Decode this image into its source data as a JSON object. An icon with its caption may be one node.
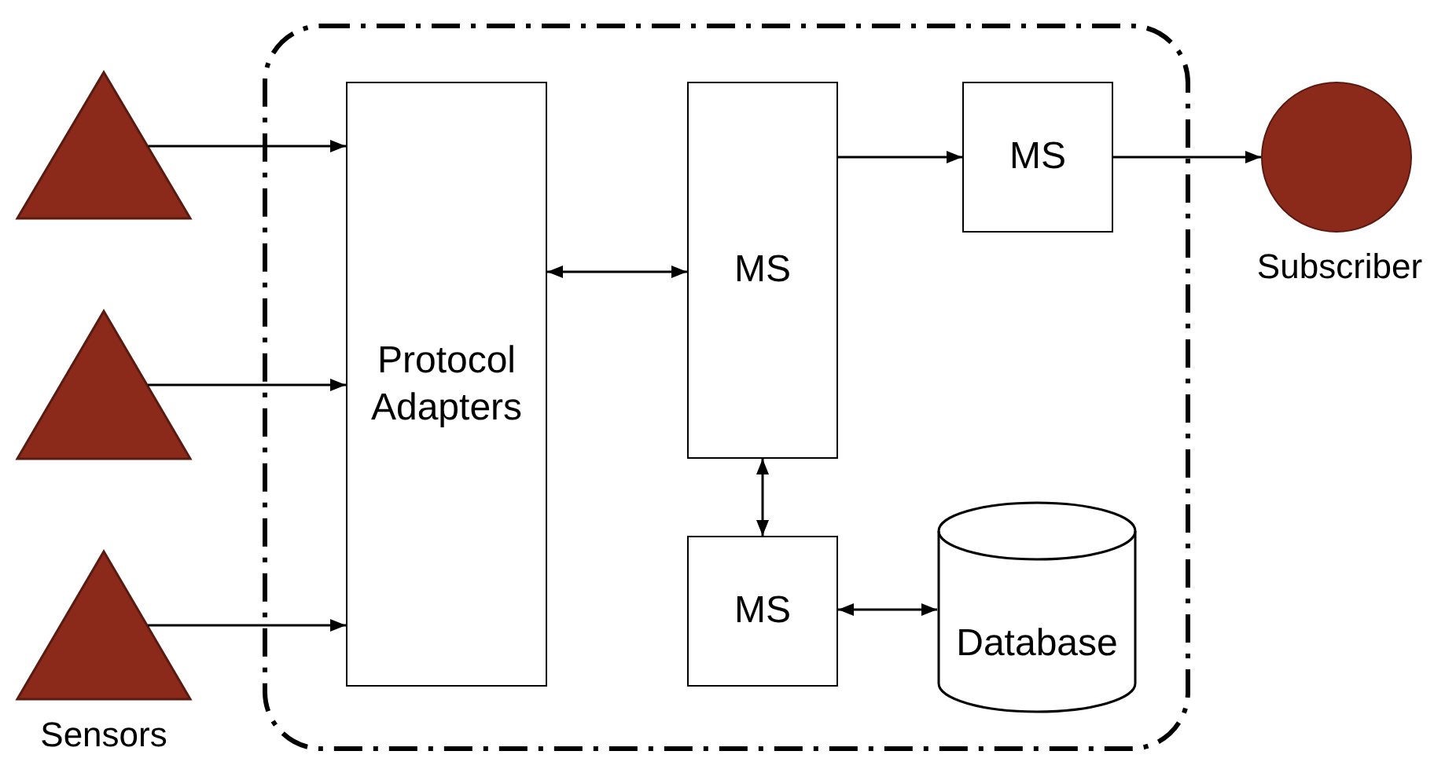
{
  "diagram": {
    "nodes": [
      {
        "text": [],
        "shape": "box"
      },
      {
        "text": [],
        "shape": "triangle"
      },
      {
        "text": [],
        "shape": "triangle"
      },
      {
        "text": [],
        "shape": "triangle",
        "beside": [
          "Sensors"
        ]
      },
      {
        "text": [
          "Protocol Adapters"
        ],
        "in": 0
      },
      {
        "text": [
          "MS"
        ],
        "in": 0
      },
      {
        "text": [
          "MS"
        ],
        "in": 0
      },
      {
        "text": [
          "MS"
        ],
        "in": 0
      },
      {
        "text": [
          "Database"
        ],
        "in": 0
      },
      {
        "text": [],
        "shape": "circle",
        "beside": [
          "Subscriber"
        ]
      }
    ],
    "edges": [
      {
        "from": 1,
        "to": 4,
        "arrow": "to"
      },
      {
        "from": 2,
        "to": 4,
        "arrow": "to"
      },
      {
        "from": 3,
        "to": 4,
        "arrow": "to"
      },
      {
        "from": 4,
        "to": 5,
        "arrow": "both"
      },
      {
        "from": 5,
        "to": 6,
        "arrow": "to"
      },
      {
        "from": 6,
        "to": 9,
        "arrow": "to"
      },
      {
        "from": 5,
        "to": 7,
        "arrow": "both"
      },
      {
        "from": 7,
        "to": 8,
        "arrow": "both"
      }
    ]
  }
}
